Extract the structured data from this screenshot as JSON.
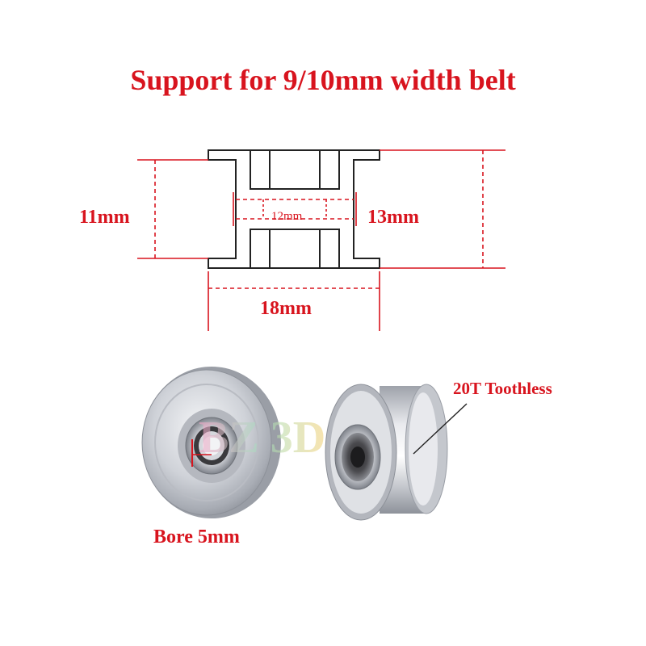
{
  "title": "Support for 9/10mm width belt",
  "dimensions": {
    "height_inner": "11mm",
    "bore_length": "12mm",
    "height_outer": "13mm",
    "width": "18mm"
  },
  "photo_labels": {
    "bore": "Bore 5mm",
    "type": "20T Toothless"
  },
  "watermark": "BZ 3D",
  "colors": {
    "accent": "#d8141e",
    "line": "#222222",
    "metal": "#c9ccd2"
  }
}
